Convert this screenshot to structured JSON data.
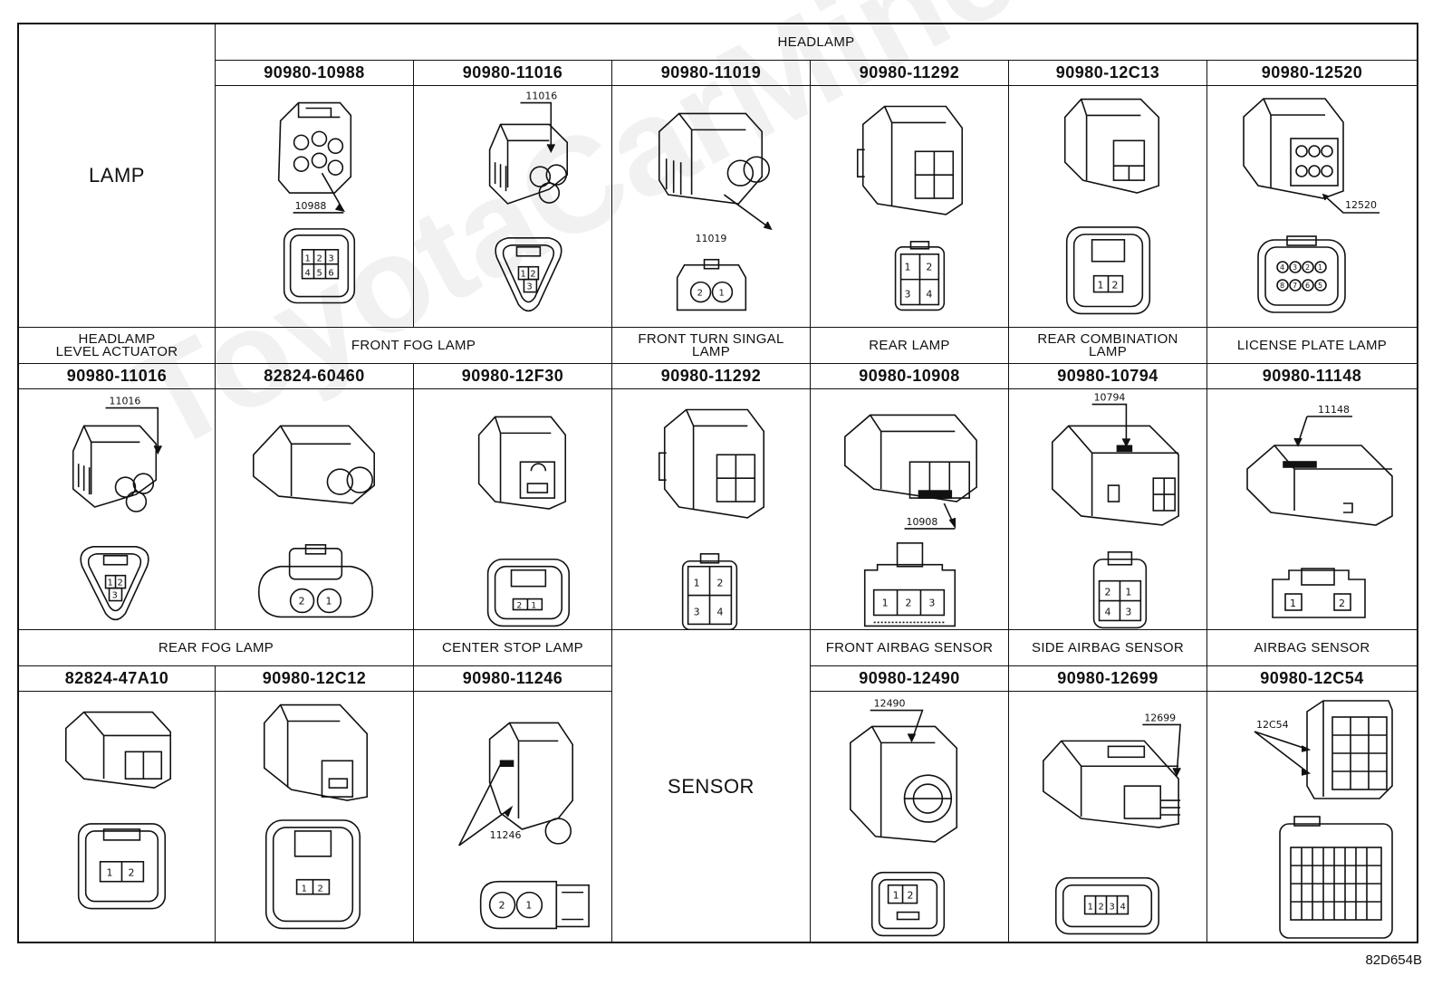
{
  "sections": {
    "lamp": "LAMP",
    "headlamp": "HEADLAMP",
    "headlamp_level_actuator": "HEADLAMP\nLEVEL ACTUATOR",
    "front_fog_lamp": "FRONT FOG LAMP",
    "front_turn_signal_lamp": "FRONT TURN SINGAL\nLAMP",
    "rear_lamp": "REAR LAMP",
    "rear_combination_lamp": "REAR COMBINATION\nLAMP",
    "license_plate_lamp": "LICENSE PLATE LAMP",
    "rear_fog_lamp": "REAR FOG LAMP",
    "center_stop_lamp": "CENTER STOP LAMP",
    "sensor": "SENSOR",
    "front_airbag_sensor": "FRONT AIRBAG SENSOR",
    "side_airbag_sensor": "SIDE AIRBAG SENSOR",
    "airbag_sensor": "AIRBAG SENSOR"
  },
  "row1_parts": [
    "90980-10988",
    "90980-11016",
    "90980-11019",
    "90980-11292",
    "90980-12C13",
    "90980-12520"
  ],
  "row2_parts": [
    "90980-11016",
    "82824-60460",
    "90980-12F30",
    "90980-11292",
    "90980-10908",
    "90980-10794",
    "90980-11148"
  ],
  "row3_parts": [
    "82824-47A10",
    "90980-12C12",
    "90980-11246",
    "90980-12490",
    "90980-12699",
    "90980-12C54"
  ],
  "callouts": {
    "r1c1": "10988",
    "r1c2": "11016",
    "r1c3": "11019",
    "r1c6": "12520",
    "r2c1": "11016",
    "r2c5": "10908",
    "r2c6": "10794",
    "r2c7": "11148",
    "r3c3": "11246",
    "r3c4": "12490",
    "r3c5": "12699",
    "r3c6": "12C54"
  },
  "pins": {
    "r1c1": [
      "1",
      "2",
      "3",
      "4",
      "5",
      "6"
    ],
    "r1c2": [
      "1",
      "2",
      "3"
    ],
    "r1c3": [
      "2",
      "1"
    ],
    "r1c4": [
      "1",
      "2",
      "3",
      "4"
    ],
    "r1c5": [
      "1",
      "2"
    ],
    "r1c6": [
      "4",
      "3",
      "2",
      "1",
      "8",
      "7",
      "6",
      "5"
    ],
    "r2c1": [
      "1",
      "2",
      "3"
    ],
    "r2c2": [
      "2",
      "1"
    ],
    "r2c3": [
      "2",
      "1"
    ],
    "r2c4": [
      "1",
      "2",
      "3",
      "4"
    ],
    "r2c5": [
      "1",
      "2",
      "3"
    ],
    "r2c6": [
      "2",
      "1",
      "4",
      "3"
    ],
    "r2c7": [
      "1",
      "2"
    ],
    "r3c1": [
      "1",
      "2"
    ],
    "r3c2": [
      "1",
      "2"
    ],
    "r3c3": [
      "2",
      "1"
    ],
    "r3c4": [
      "1",
      "2"
    ],
    "r3c5": [
      "1",
      "2",
      "3",
      "4"
    ]
  },
  "reference": "82D654B",
  "watermark": "ToyotaCarMine.ru"
}
